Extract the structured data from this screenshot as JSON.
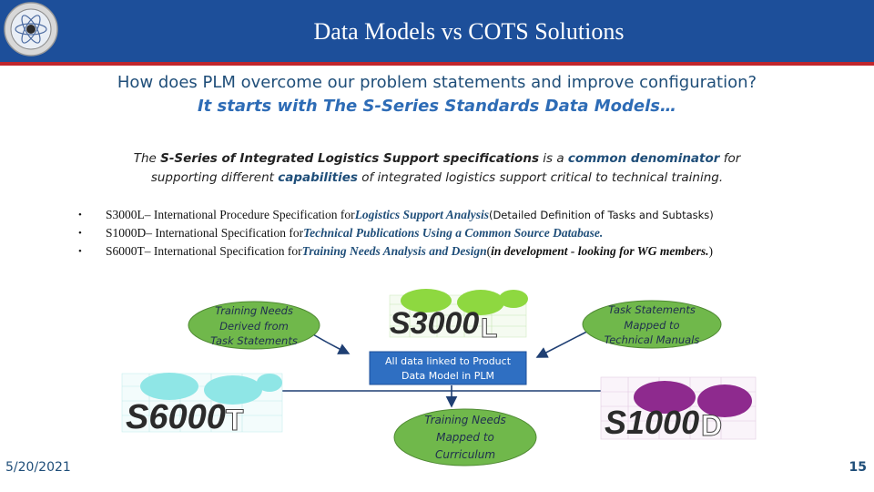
{
  "header": {
    "title": "Data Models vs COTS Solutions",
    "seal": "agency-seal-icon"
  },
  "questions": {
    "line1": "How does PLM overcome our problem statements and improve configuration?",
    "line2": "It starts with The S-Series Standards Data Models…"
  },
  "intro": {
    "p1": "The ",
    "b1": "S-Series of Integrated Logistics Support specifications",
    "p2": " is a ",
    "b2": "common denominator",
    "p3": " for",
    "p4": "supporting different ",
    "b3": "capabilities",
    "p5": "  of integrated logistics support critical to technical training."
  },
  "bullets": [
    {
      "code": "S3000L",
      "text": " – International Procedure Specification for ",
      "emph": "Logistics Support Analysis",
      "tail": " (Detailed Definition of Tasks and Subtasks)"
    },
    {
      "code": "S1000D",
      "text": " – International Specification for ",
      "emph": "Technical Publications Using a Common Source Database.",
      "tail": ""
    },
    {
      "code": "S6000T",
      "text": " – International Specification for ",
      "emph": "Training Needs Analysis and Design",
      "tail_open": " (",
      "tail_bold": "in development - looking for WG members.",
      "tail_close": ")"
    }
  ],
  "diagram": {
    "box_left": [
      "Training Needs",
      "Derived from",
      "Task Statements"
    ],
    "box_right": [
      "Task Statements",
      "Mapped to",
      "Technical Manuals"
    ],
    "box_center": [
      "All data linked to Product",
      "Data Model in PLM"
    ],
    "box_bottom": [
      "Training Needs",
      "Mapped to",
      "Curriculum"
    ],
    "logo_s3000l": {
      "main": "S3000",
      "suffix": "L"
    },
    "logo_s6000t": {
      "main": "S6000",
      "suffix": "T"
    },
    "logo_s1000d": {
      "main": "S1000",
      "suffix": "D"
    }
  },
  "footer": {
    "date": "5/20/2021",
    "page": "15"
  },
  "colors": {
    "header_blue": "#1d4f9a",
    "header_red": "#c0262c",
    "box_green": "#70b84b",
    "box_blue": "#2f6fc2",
    "globe_green": "#8ed840",
    "globe_cyan": "#8fe6e6",
    "globe_purple": "#8e2a8e"
  }
}
